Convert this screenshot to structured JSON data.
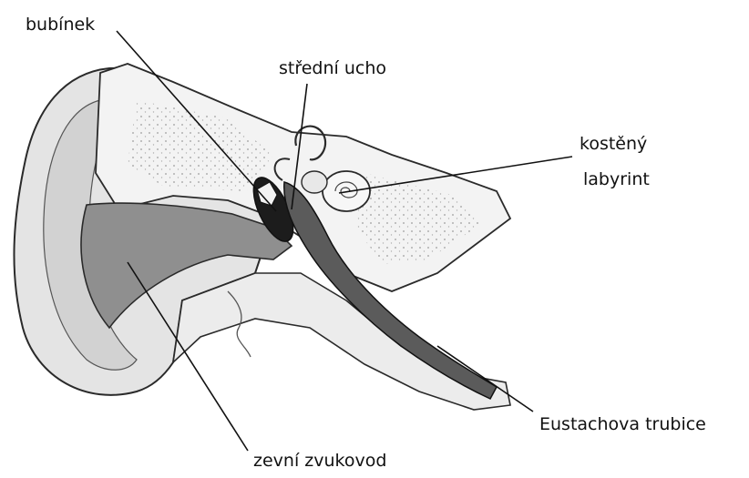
{
  "labels": {
    "eardrum": "bubínek",
    "middle_ear": "střední ucho",
    "bony_labyrinth_line1": "kostěný",
    "bony_labyrinth_line2": "labyrint",
    "eustachian_tube": "Eustachova trubice",
    "ear_canal": "zevní zvukovod"
  },
  "colors": {
    "text": "#111111",
    "ink": "#2a2a2a",
    "canal_shade": "#8f8f8f",
    "tube_shade": "#5b5b5b",
    "skin": "#e6e6e6",
    "bone": "#f3f3f3",
    "cavity": "#1c1c1c"
  }
}
